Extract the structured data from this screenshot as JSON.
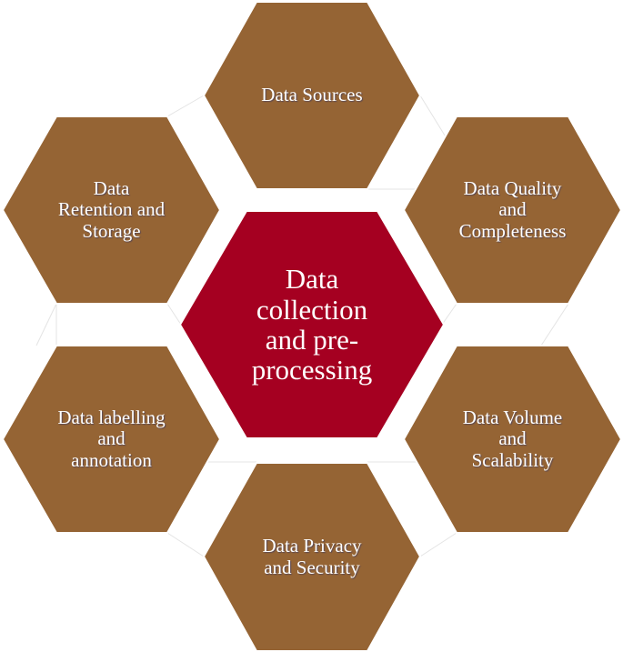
{
  "diagram": {
    "type": "hexagon-cluster",
    "colors": {
      "outer_fill": "#956434",
      "center_fill": "#A50021",
      "outline": "#ffffff",
      "connector": "#e4e4e4",
      "text": "#ffffff"
    },
    "center": {
      "label": "Data\ncollection\nand pre-\nprocessing"
    },
    "nodes": [
      {
        "id": "top",
        "label": "Data Sources"
      },
      {
        "id": "top-right",
        "label": "Data Quality\nand\nCompleteness"
      },
      {
        "id": "bottom-right",
        "label": "Data Volume\nand\nScalability"
      },
      {
        "id": "bottom",
        "label": "Data Privacy\nand Security"
      },
      {
        "id": "bottom-left",
        "label": "Data labelling\nand\nannotation"
      },
      {
        "id": "top-left",
        "label": "Data\nRetention and\nStorage"
      }
    ]
  }
}
